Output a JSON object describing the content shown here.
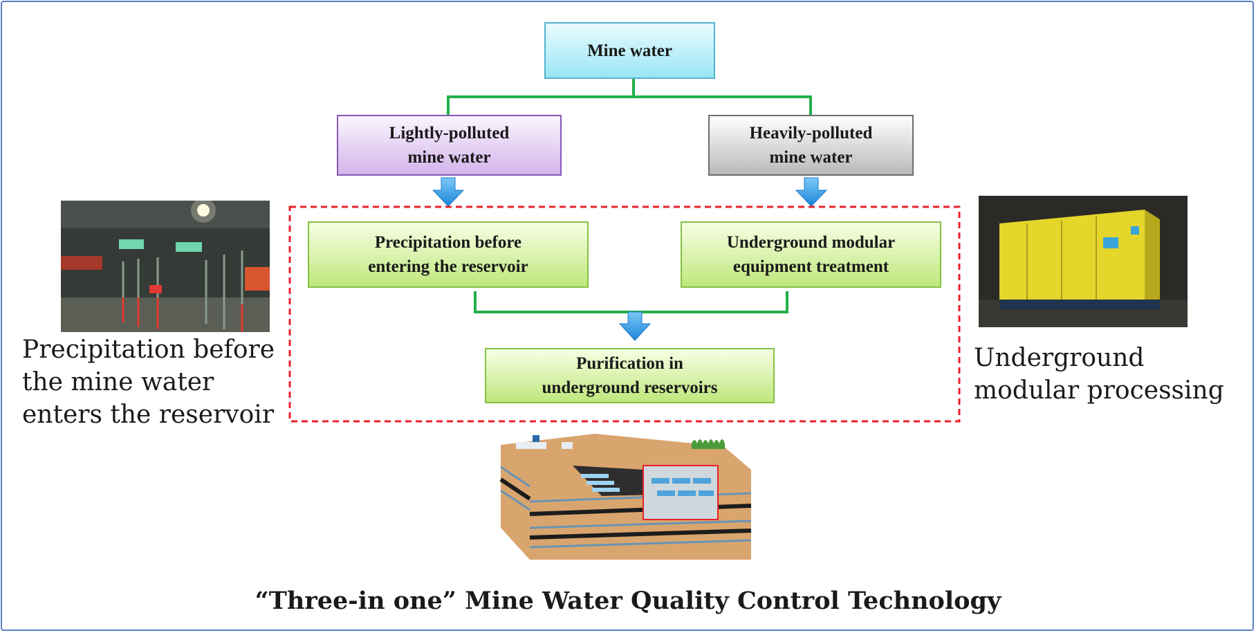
{
  "flowchart": {
    "root": "Mine water",
    "lightly_polluted": "Lightly-polluted\nmine water",
    "heavily_polluted": "Heavily-polluted\nmine water",
    "precipitation": "Precipitation before\nentering the reservoir",
    "modular_treatment": "Underground modular\nequipment treatment",
    "purification": "Purification in\nunderground reservoirs"
  },
  "captions": {
    "left": "Precipitation before\nthe mine water\nenters the reservoir",
    "right": "Underground\nmodular processing"
  },
  "title": "“Three-in one” Mine Water Quality Control Technology",
  "colors": {
    "connector": "#22b04b",
    "arrow": "#2f9be8",
    "dashed_border": "#e8202a",
    "frame": "#5b7fc2"
  }
}
